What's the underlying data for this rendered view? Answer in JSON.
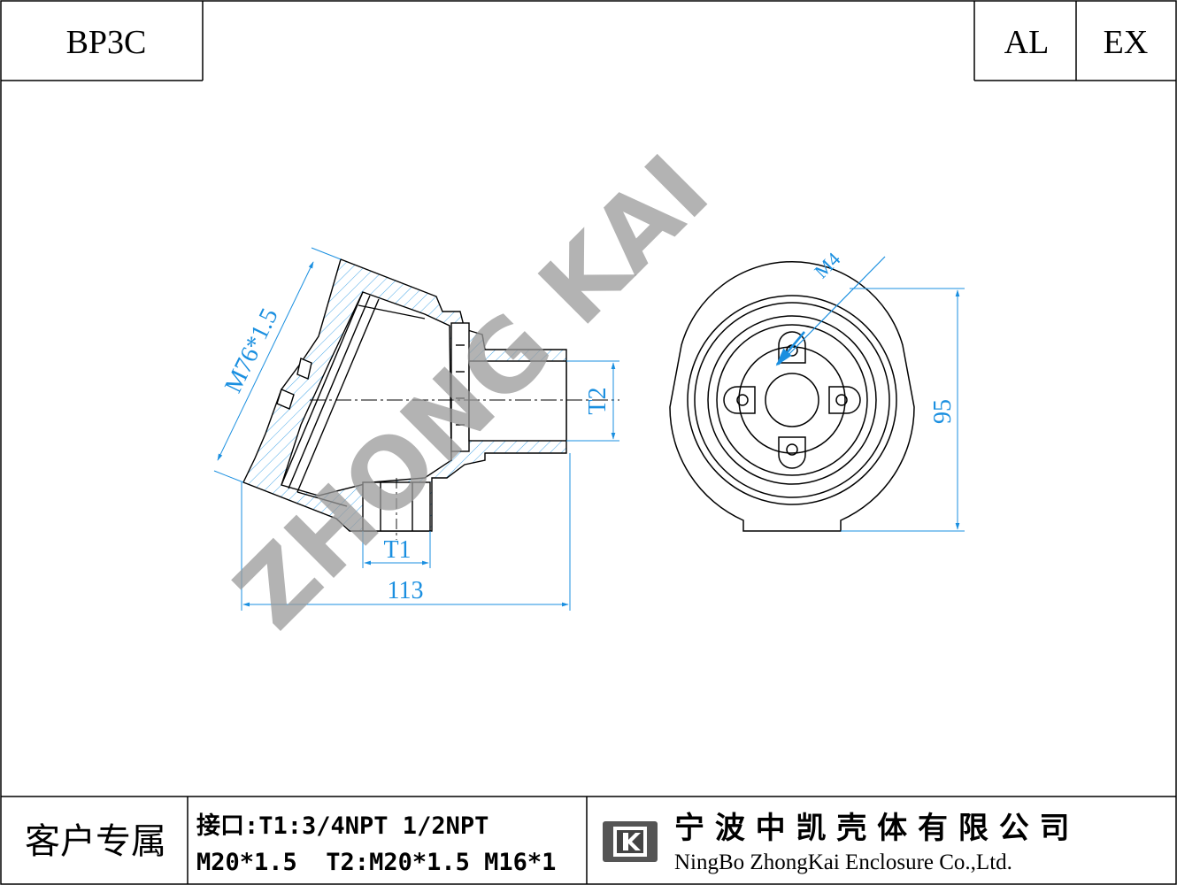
{
  "header": {
    "model": "BP3C",
    "mark_al": "AL",
    "mark_ex": "EX"
  },
  "drawing": {
    "watermark": "ZHONG KAI",
    "dim_thread": "M76*1.5",
    "dim_t1": "T1",
    "dim_t2": "T2",
    "dim_width": "113",
    "dim_height": "95",
    "dim_screw": "M4"
  },
  "footer": {
    "customer_label": "客户专属",
    "port_line1": "接口:T1:3/4NPT 1/2NPT",
    "port_line2": "M20*1.5  T2:M20*1.5 M16*1",
    "company_cn": "宁 波 中 凯 壳 体 有 限 公 司",
    "company_en": "NingBo ZhongKai Enclosure Co.,Ltd."
  },
  "colors": {
    "dimension": "#1a8fe0",
    "hatch": "#4aa8e8",
    "line": "#000000",
    "watermark": "#9a9a9a"
  }
}
